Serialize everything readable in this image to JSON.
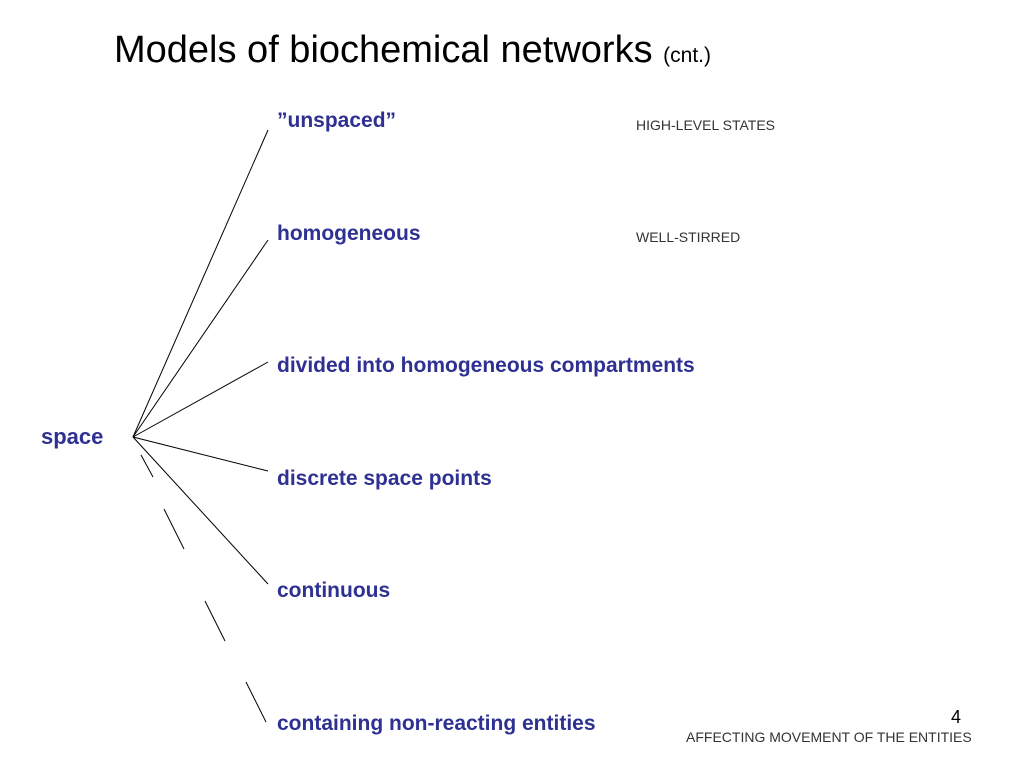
{
  "colors": {
    "node_text": "#2e3192",
    "note_text": "#333333",
    "lines": "#000000"
  },
  "slide": {
    "title": "Models of biochemical networks",
    "title_suffix": "(cnt.)",
    "page_number": "4"
  },
  "diagram": {
    "root": "space",
    "branches": [
      {
        "label": "”unspaced”",
        "style": "solid"
      },
      {
        "label": "homogeneous",
        "style": "solid"
      },
      {
        "label": "divided into homogeneous compartments",
        "style": "solid"
      },
      {
        "label": "discrete space points",
        "style": "solid"
      },
      {
        "label": "continuous",
        "style": "solid"
      },
      {
        "label": "containing non-reacting entities",
        "style": "dashed"
      }
    ],
    "notes": {
      "unspaced": "HIGH-LEVEL STATES",
      "homogeneous": "WELL-STIRRED",
      "containing": "AFFECTING MOVEMENT OF THE ENTITIES"
    }
  }
}
